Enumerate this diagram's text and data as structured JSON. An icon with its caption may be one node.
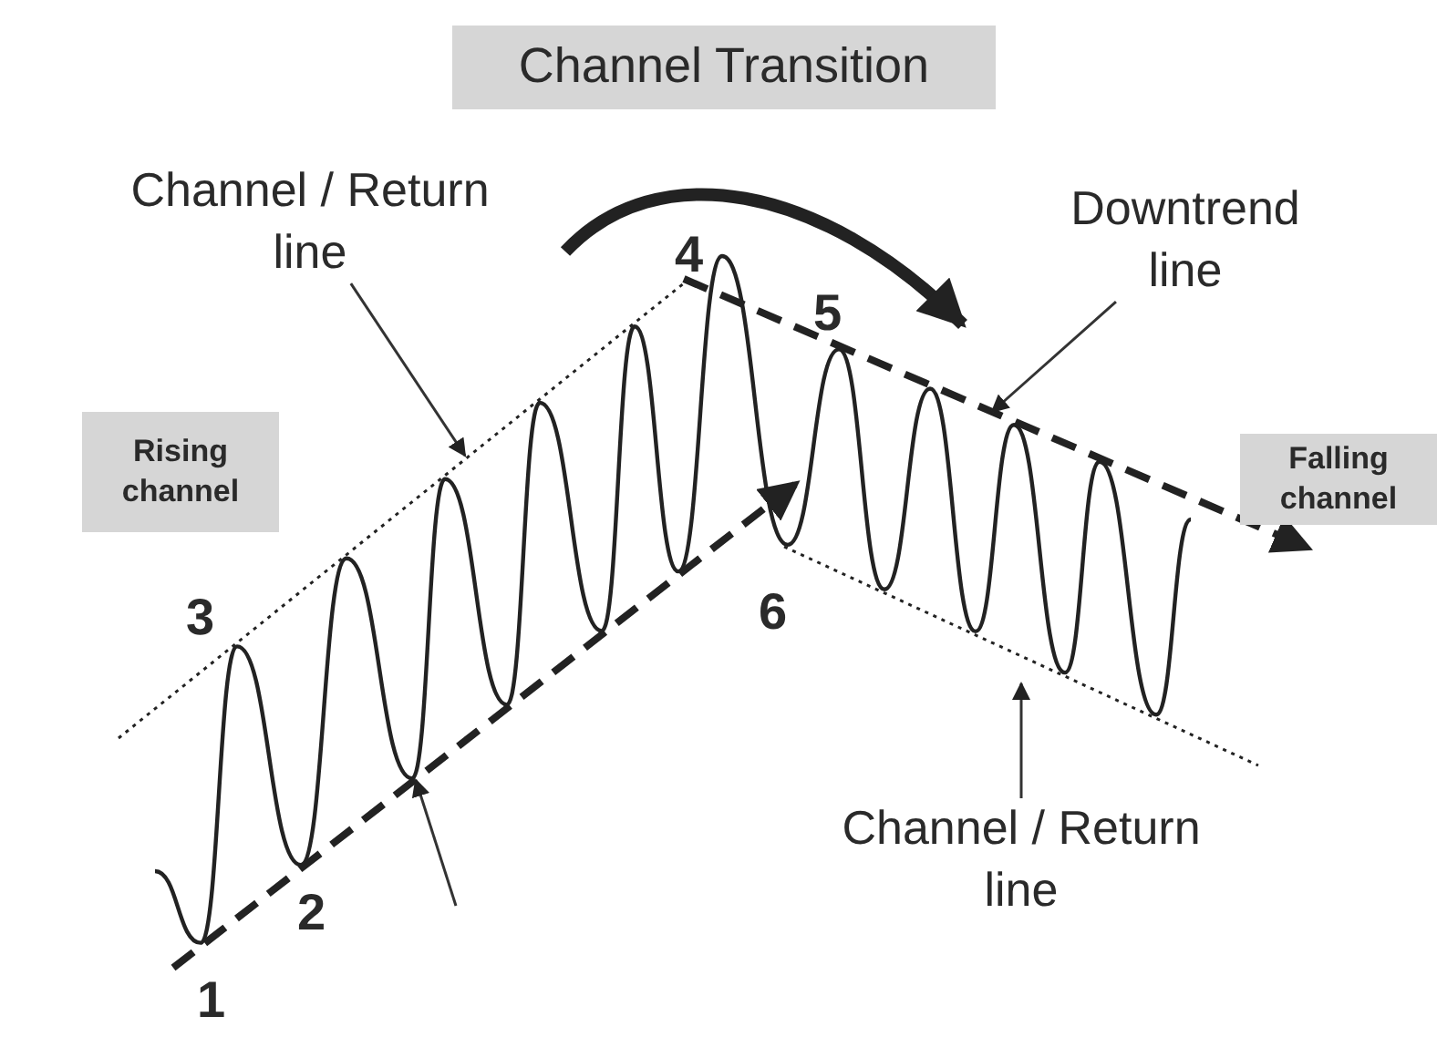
{
  "diagram": {
    "nodes": [
      {
        "text": [
          "Channel Transition"
        ]
      },
      {
        "text": [
          "Channel / Return line"
        ]
      },
      {
        "text": [
          "Rising channel"
        ]
      },
      {
        "text": [
          "Downtrend line"
        ]
      },
      {
        "text": [
          "Falling channel"
        ]
      },
      {
        "text": [
          "Channel / Return line"
        ]
      },
      {
        "text": [],
        "shape": "line"
      },
      {
        "text": [],
        "shape": "line"
      },
      {
        "text": [],
        "shape": "line"
      },
      {
        "text": [],
        "shape": "line"
      }
    ],
    "edges": [
      {
        "from": 1,
        "to": 6,
        "arrow": "to"
      },
      {
        "from": 3,
        "to": 8,
        "arrow": "to"
      },
      {
        "from": 5,
        "to": 9,
        "arrow": "to"
      },
      {
        "from": null,
        "to": 7,
        "arrow": "to"
      }
    ],
    "labels": [
      "4",
      "5",
      "3",
      "6",
      "2",
      "1"
    ]
  }
}
